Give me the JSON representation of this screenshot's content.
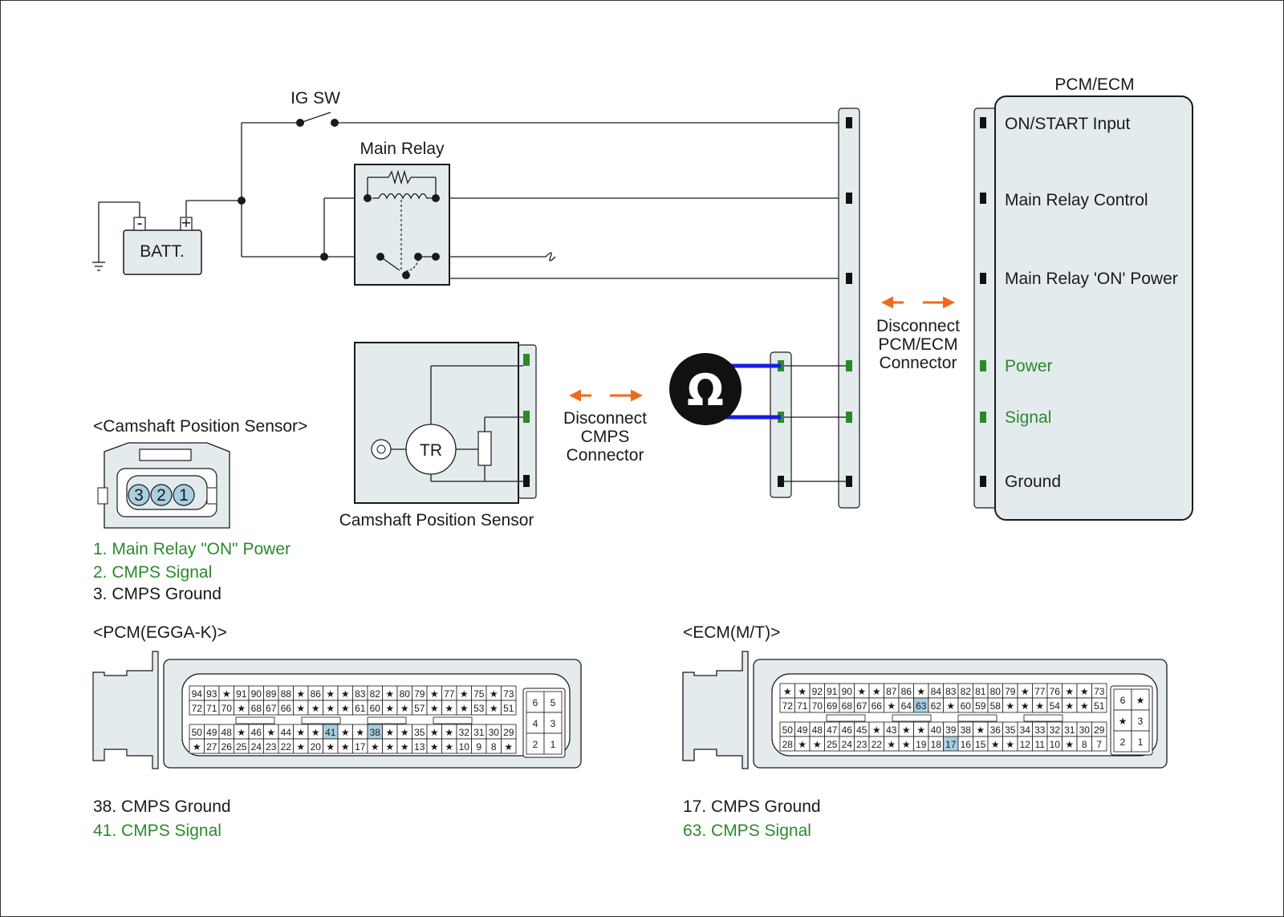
{
  "ig_sw": "IG SW",
  "main_relay": "Main Relay",
  "batt": "BATT.",
  "batt_minus": "-",
  "batt_plus": "+",
  "pcm_ecm_title": "PCM/ECM",
  "ecm_pins": [
    {
      "label": "ON/START Input",
      "color": "#1a1a1a"
    },
    {
      "label": "Main Relay Control",
      "color": "#1a1a1a"
    },
    {
      "label": "Main Relay 'ON' Power",
      "color": "#1a1a1a"
    },
    {
      "label": "Power",
      "color": "#2a8a2a"
    },
    {
      "label": "Signal",
      "color": "#2a8a2a"
    },
    {
      "label": "Ground",
      "color": "#1a1a1a"
    }
  ],
  "disconnect_ecm": [
    "Disconnect",
    "PCM/ECM",
    "Connector"
  ],
  "disconnect_cmps": [
    "Disconnect",
    "CMPS",
    "Connector"
  ],
  "ohm_symbol": "Ω",
  "sensor_inner_label": "TR",
  "sensor_caption": "Camshaft Position Sensor",
  "cmps_header": "<Camshaft Position Sensor>",
  "cmps_pins": [
    "3",
    "2",
    "1"
  ],
  "cmps_legend": [
    {
      "text": "1. Main Relay \"ON\" Power",
      "green": true
    },
    {
      "text": "2. CMPS Signal",
      "green": true
    },
    {
      "text": "3. CMPS Ground",
      "green": false
    }
  ],
  "pcm_header": "<PCM(EGGA-K)>",
  "pcm_rows": [
    [
      "94",
      "93",
      "★",
      "91",
      "90",
      "89",
      "88",
      "★",
      "86",
      "★",
      "★",
      "83",
      "82",
      "★",
      "80",
      "79",
      "★",
      "77",
      "★",
      "75",
      "★",
      "73"
    ],
    [
      "72",
      "71",
      "70",
      "★",
      "68",
      "67",
      "66",
      "★",
      "★",
      "★",
      "★",
      "61",
      "60",
      "★",
      "★",
      "57",
      "★",
      "★",
      "★",
      "53",
      "★",
      "51"
    ],
    [
      "50",
      "49",
      "48",
      "★",
      "46",
      "★",
      "44",
      "★",
      "★",
      "41",
      "★",
      "★",
      "38",
      "★",
      "★",
      "35",
      "★",
      "★",
      "32",
      "31",
      "30",
      "29"
    ],
    [
      "★",
      "27",
      "26",
      "25",
      "24",
      "23",
      "22",
      "★",
      "20",
      "★",
      "★",
      "17",
      "★",
      "★",
      "★",
      "13",
      "★",
      "★",
      "10",
      "9",
      "8",
      "★"
    ]
  ],
  "pcm_side": [
    [
      "6",
      "5"
    ],
    [
      "4",
      "3"
    ],
    [
      "2",
      "1"
    ]
  ],
  "pcm_highlight": [
    "41",
    "38"
  ],
  "pcm_legend": [
    {
      "text": "38. CMPS Ground",
      "green": false
    },
    {
      "text": "41. CMPS Signal",
      "green": true
    }
  ],
  "ecm_header": "<ECM(M/T)>",
  "ecm_rows": [
    [
      "★",
      "★",
      "92",
      "91",
      "90",
      "★",
      "★",
      "87",
      "86",
      "★",
      "84",
      "83",
      "82",
      "81",
      "80",
      "79",
      "★",
      "77",
      "76",
      "★",
      "★",
      "73"
    ],
    [
      "72",
      "71",
      "70",
      "69",
      "68",
      "67",
      "66",
      "★",
      "64",
      "63",
      "62",
      "★",
      "60",
      "59",
      "58",
      "★",
      "★",
      "★",
      "54",
      "★",
      "★",
      "51"
    ],
    [
      "50",
      "49",
      "48",
      "47",
      "46",
      "45",
      "★",
      "43",
      "★",
      "★",
      "40",
      "39",
      "38",
      "★",
      "36",
      "35",
      "34",
      "33",
      "32",
      "31",
      "30",
      "29"
    ],
    [
      "28",
      "★",
      "★",
      "25",
      "24",
      "23",
      "22",
      "★",
      "★",
      "19",
      "18",
      "17",
      "16",
      "15",
      "★",
      "★",
      "12",
      "11",
      "10",
      "★",
      "8",
      "7"
    ]
  ],
  "ecm_side": [
    [
      "6",
      "★"
    ],
    [
      "★",
      "3"
    ],
    [
      "2",
      "1"
    ]
  ],
  "ecm_highlight": [
    "63",
    "17"
  ],
  "ecm_legend": [
    {
      "text": "17. CMPS Ground",
      "green": false
    },
    {
      "text": "63. CMPS Signal",
      "green": true
    }
  ],
  "colors": {
    "text": "#1a1a1a",
    "green": "#2a8a2a",
    "body_fill": "#e4ebee",
    "highlight": "#a9cfe0",
    "probe_wire": "#1a1ae6",
    "arrow": "#ef6a1e"
  }
}
